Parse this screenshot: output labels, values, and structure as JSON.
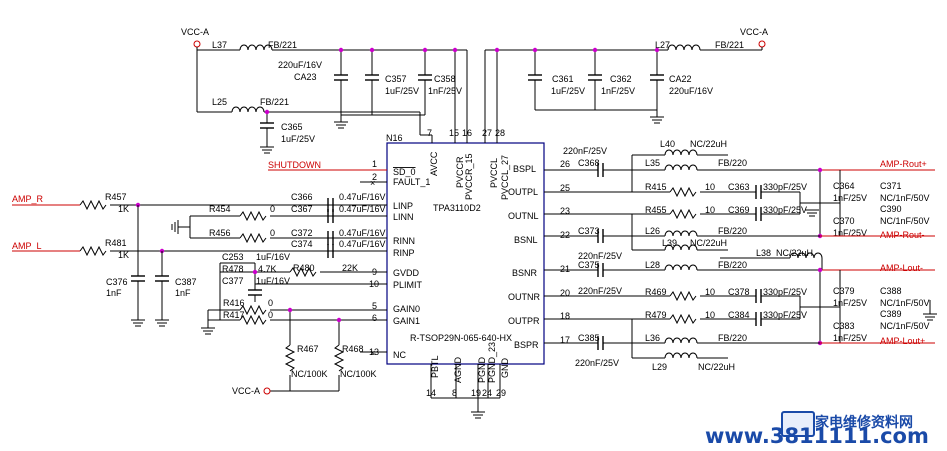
{
  "power": {
    "vcc_left": "VCC-A",
    "vcc_right": "VCC-A",
    "vcc_bottom": "VCC-A"
  },
  "inductors": {
    "l37": "L37",
    "l37_val": "FB/221",
    "l25": "L25",
    "l25_val": "FB/221",
    "l27": "L27",
    "l27_val": "FB/221",
    "l40": "L40",
    "l40_val": "NC/22uH",
    "l35": "L35",
    "l35_val": "FB/220",
    "l26": "L26",
    "l26_val": "FB/220",
    "l39": "L39",
    "l39_val": "NC/22uH",
    "l38": "L38",
    "l38_val": "NC/22uH",
    "l28": "L28",
    "l28_val": "FB/220",
    "l36": "L36",
    "l36_val": "FB/220",
    "l29": "L29",
    "l29_val": "NC/22uH"
  },
  "caps": {
    "cap_val_top": "220uF/16V",
    "ca23": "CA23",
    "c357": "C357",
    "c357_val": "1uF/25V",
    "c358": "C358",
    "c358_val": "1nF/25V",
    "c365": "C365",
    "c365_val": "1uF/25V",
    "c361": "C361",
    "c361_val": "1uF/25V",
    "c362": "C362",
    "c362_val": "1nF/25V",
    "ca22": "CA22",
    "ca22_val": "220uF/16V",
    "c366": "C366",
    "c366_val": "0.47uF/16V",
    "c367": "C367",
    "c367_val": "0.47uF/16V",
    "c372": "C372",
    "c372_val": "0.47uF/16V",
    "c374": "C374",
    "c374_val": "0.47uF/16V",
    "c253": "C253",
    "c253_val": "1uF/16V",
    "c377": "C377",
    "c377_val": "1uF/16V",
    "c376": "C376",
    "c376_val": "1nF",
    "c387": "C387",
    "c387_val": "1nF",
    "c368": "C368",
    "c368_val": "220nF/25V",
    "c373": "C373",
    "c373_val": "220nF/25V",
    "c375": "C375",
    "c375_val": "220nF/25V",
    "c385": "C385",
    "c385_val": "220nF/25V",
    "c363": "C363",
    "c363_val": "330pF/25V",
    "c369": "C369",
    "c369_val": "330pF/25V",
    "c378": "C378",
    "c378_val": "330pF/25V",
    "c384": "C384",
    "c384_val": "330pF/25V",
    "c364": "C364",
    "c364_val": "1nF/25V",
    "c371": "C371",
    "c371_val": "NC/1nF/50V",
    "c390": "C390",
    "c390_val": "NC/1nF/50V",
    "c370": "C370",
    "c370_val": "1nF/25V",
    "c379": "C379",
    "c379_val": "1nF/25V",
    "c388": "C388",
    "c388_val": "NC/1nF/50V",
    "c389": "C389",
    "c389_val": "NC/1nF/50V",
    "c383": "C383",
    "c383_val": "1nF/25V"
  },
  "resistors": {
    "r457": "R457",
    "r457_val": "1K",
    "r481": "R481",
    "r481_val": "1K",
    "r454": "R454",
    "r454_val": "0",
    "r456": "R456",
    "r456_val": "0",
    "r478": "R478",
    "r478_val": "4.7K",
    "r480": "R480",
    "r480_val": "22K",
    "r416": "R416",
    "r416_val": "0",
    "r417": "R417",
    "r417_val": "0",
    "r467": "R467",
    "r467_val": "NC/100K",
    "r468": "R468",
    "r468_val": "NC/100K",
    "r415": "R415",
    "r415_val": "10",
    "r455": "R455",
    "r455_val": "10",
    "r469": "R469",
    "r469_val": "10",
    "r479": "R479",
    "r479_val": "10"
  },
  "nets": {
    "shutdown": "SHUTDOWN",
    "amp_r": "AMP_R",
    "amp_l": "AMP_L",
    "amp_rout_p": "AMP-Rout+",
    "amp_rout_n": "AMP-Rout-",
    "amp_lout_n": "AMP-Lout-",
    "amp_lout_p": "AMP-Lout+",
    "n16": "N16"
  },
  "ic": {
    "part": "TPA3110D2",
    "package": "R-TSOP29N-065-640-HX",
    "left_pins": [
      {
        "num": "1",
        "name": "SD_0"
      },
      {
        "num": "2",
        "name": "FAULT_1"
      },
      {
        "num": "",
        "name": "LINP"
      },
      {
        "num": "",
        "name": "LINN"
      },
      {
        "num": "",
        "name": "RINN"
      },
      {
        "num": "",
        "name": "RINP"
      },
      {
        "num": "9",
        "name": "GVDD"
      },
      {
        "num": "10",
        "name": "PLIMIT"
      },
      {
        "num": "5",
        "name": "GAIN0"
      },
      {
        "num": "6",
        "name": "GAIN1"
      },
      {
        "num": "13",
        "name": "NC"
      }
    ],
    "right_pins": [
      {
        "num": "26",
        "name": "BSPL"
      },
      {
        "num": "25",
        "name": "OUTPL"
      },
      {
        "num": "23",
        "name": "OUTNL"
      },
      {
        "num": "22",
        "name": "BSNL"
      },
      {
        "num": "21",
        "name": "BSNR"
      },
      {
        "num": "20",
        "name": "OUTNR"
      },
      {
        "num": "18",
        "name": "OUTPR"
      },
      {
        "num": "17",
        "name": "BSPR"
      }
    ],
    "top_pins": [
      {
        "num": "7",
        "name": "AVCC"
      },
      {
        "num": "15",
        "name": "PVCCR"
      },
      {
        "num": "16",
        "name": "PVCCR_15"
      },
      {
        "num": "27",
        "name": "PVCCL"
      },
      {
        "num": "28",
        "name": "PVCCL_27"
      }
    ],
    "bottom_pins": [
      {
        "num": "14",
        "name": "PBTL"
      },
      {
        "num": "8",
        "name": "AGND"
      },
      {
        "num": "19",
        "name": "PGND"
      },
      {
        "num": "24",
        "name": "PGND_23"
      },
      {
        "num": "29",
        "name": "GND"
      }
    ]
  },
  "watermark": {
    "url": "www.3811111.com",
    "site": "家电维修资料网"
  }
}
